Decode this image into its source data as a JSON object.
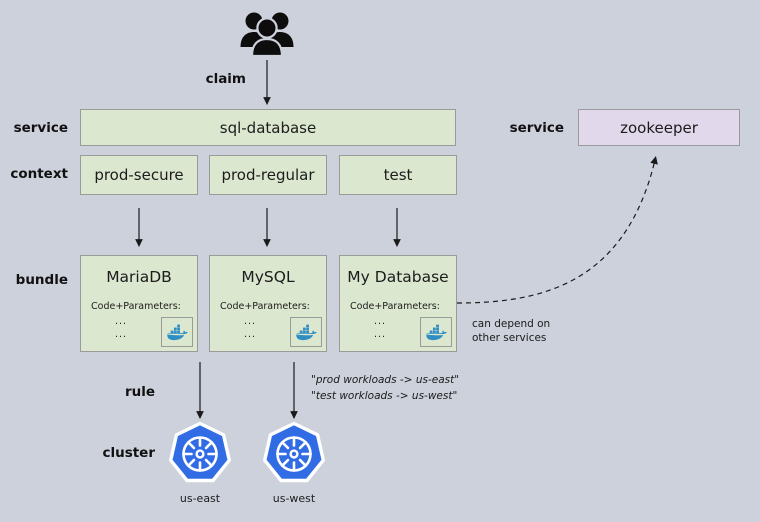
{
  "diagram": {
    "background_color": "#ccd1dc",
    "box_fill_green": "#dbe7cf",
    "box_fill_purple": "#e2d8eb",
    "box_border": "#9a9a9a",
    "k8s_blue": "#326ce5",
    "docker_blue": "#2f93c8"
  },
  "row_labels": {
    "claim": "claim",
    "service": "service",
    "context": "context",
    "bundle": "bundle",
    "rule": "rule",
    "cluster": "cluster",
    "service_right": "service"
  },
  "actors": {
    "users_icon": "users-group-icon"
  },
  "services": {
    "primary": "sql-database",
    "secondary": "zookeeper"
  },
  "contexts": [
    "prod-secure",
    "prod-regular",
    "test"
  ],
  "bundles": [
    {
      "title": "MariaDB",
      "code_label": "Code+Parameters:",
      "line1": "...",
      "line2": "...",
      "icon": "docker-whale-icon"
    },
    {
      "title": "MySQL",
      "code_label": "Code+Parameters:",
      "line1": "...",
      "line2": "...",
      "icon": "docker-whale-icon"
    },
    {
      "title": "My Database",
      "code_label": "Code+Parameters:",
      "line1": "...",
      "line2": "...",
      "icon": "docker-whale-icon"
    }
  ],
  "annotations": {
    "dependency_line1": "can depend on",
    "dependency_line2": "other services",
    "rule_line1": "\"prod workloads -> us-east\"",
    "rule_line2": "\"test workloads -> us-west\""
  },
  "clusters": [
    {
      "name": "us-east",
      "icon": "kubernetes-icon"
    },
    {
      "name": "us-west",
      "icon": "kubernetes-icon"
    }
  ]
}
